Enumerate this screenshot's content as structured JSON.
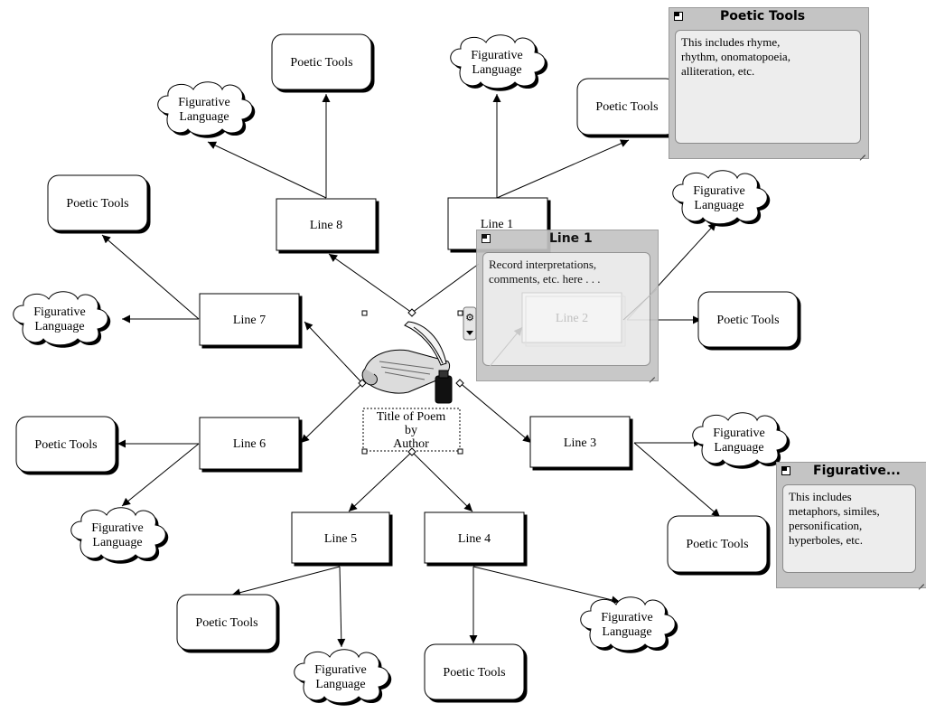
{
  "center": {
    "caption_line1": "Title of Poem",
    "caption_line2": "by",
    "caption_line3": "Author"
  },
  "lines": [
    {
      "label": "Line 1"
    },
    {
      "label": "Line 2"
    },
    {
      "label": "Line 3"
    },
    {
      "label": "Line 4"
    },
    {
      "label": "Line 5"
    },
    {
      "label": "Line 6"
    },
    {
      "label": "Line 7"
    },
    {
      "label": "Line 8"
    }
  ],
  "tools_label": "Poetic Tools",
  "fig_label_1": "Figurative",
  "fig_label_2": "Language",
  "notes": {
    "poetic_tools": {
      "title": "Poetic Tools",
      "body": "This includes rhyme,\nrhythm, onomatopoeia,\nalliteration, etc."
    },
    "line1": {
      "title": "Line 1",
      "body": "Record interpretations,\ncomments, etc. here . . ."
    },
    "figurative": {
      "title": "Figurative...",
      "body": "This includes\nmetaphors, similes,\npersonification,\nhyperboles, etc."
    }
  }
}
